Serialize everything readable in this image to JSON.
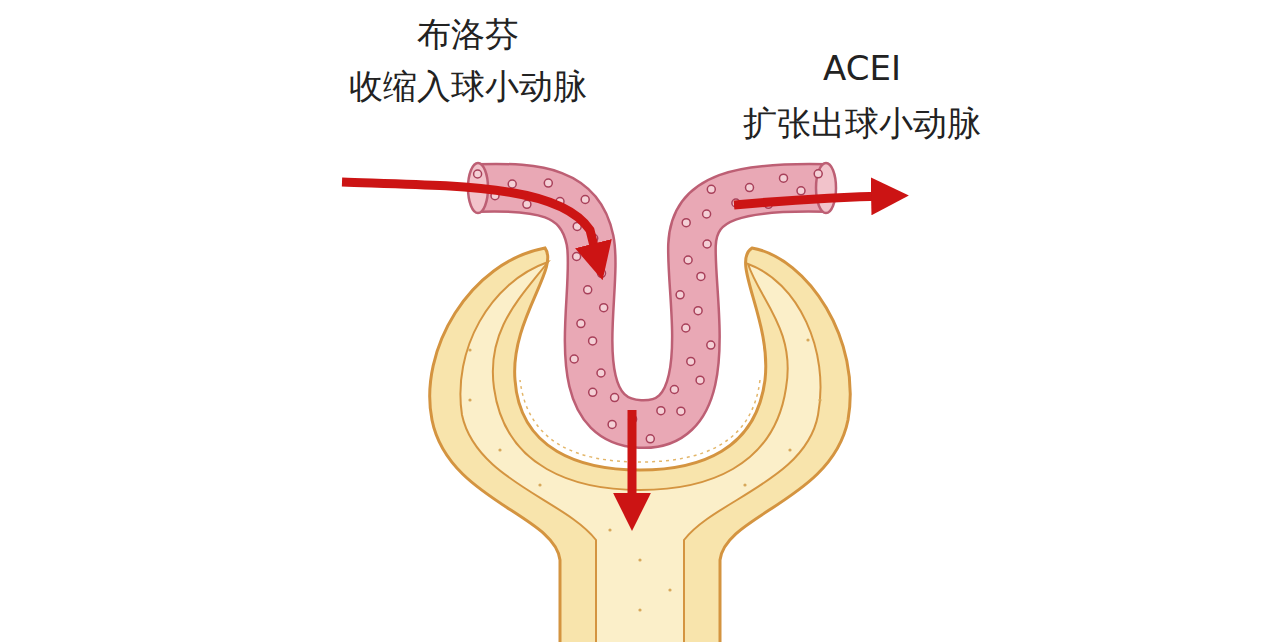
{
  "diagram": {
    "labels": [
      "布洛芬",
      "收缩入球小动脉",
      "ACEI",
      "扩张出球小动脉"
    ]
  }
}
